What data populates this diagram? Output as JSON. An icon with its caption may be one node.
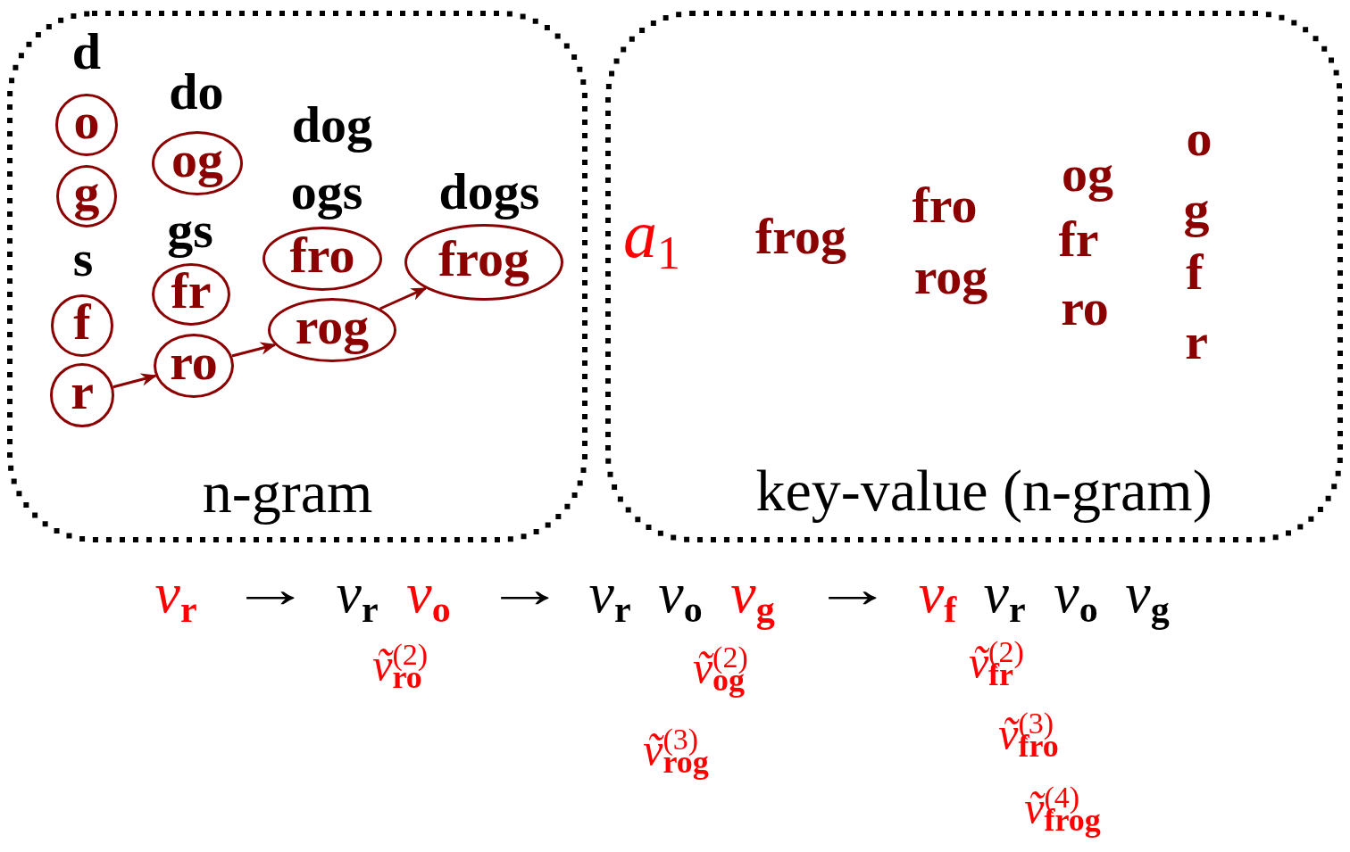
{
  "diagram": {
    "nodes": [
      {
        "text": [
          "n-gram"
        ]
      },
      {
        "text": [
          "key-value (n-gram)"
        ]
      },
      {
        "text": [
          "o"
        ],
        "in": 0
      },
      {
        "text": [
          "g"
        ],
        "in": 0
      },
      {
        "text": [
          "f"
        ],
        "in": 0
      },
      {
        "text": [
          "r"
        ],
        "in": 0
      },
      {
        "text": [
          "og"
        ],
        "in": 0
      },
      {
        "text": [
          "fr"
        ],
        "in": 0
      },
      {
        "text": [
          "ro"
        ],
        "in": 0
      },
      {
        "text": [
          "fro"
        ],
        "in": 0
      },
      {
        "text": [
          "rog"
        ],
        "in": 0
      },
      {
        "text": [
          "frog"
        ],
        "in": 0
      }
    ],
    "edges": [
      {
        "from": 5,
        "to": 8,
        "arrow": "to"
      },
      {
        "from": 8,
        "to": 10,
        "arrow": "to"
      },
      {
        "from": 10,
        "to": 11,
        "arrow": "to"
      }
    ],
    "labels": [
      "d",
      "s",
      "do",
      "gs",
      "dog",
      "ogs",
      "dogs",
      "*a*$_{1}$",
      "frog",
      "fro",
      "rog",
      "og",
      "fr",
      "ro",
      "o",
      "g",
      "f",
      "r",
      "*v*$_{r}$",
      "→",
      "*v*$_{r}$",
      "*v*$_{o}$",
      "→",
      "*v*$_{r}$",
      "*v*$_{o}$",
      "*v*$_{g}$",
      "→",
      "*v*$_{f}$",
      "*v*$_{r}$",
      "*v*$_{o}$",
      "*v*$_{g}$",
      "*ṽ*$^{(2)}$$_{ro}$",
      "*ṽ*$^{(2)}$$_{og}$",
      "*ṽ*$^{(3)}$$_{rog}$",
      "*ṽ*$^{(2)}$$_{fr}$",
      "*ṽ*$^{(3)}$$_{fro}$",
      "*ṽ*$^{(4)}$$_{frog}$"
    ]
  }
}
